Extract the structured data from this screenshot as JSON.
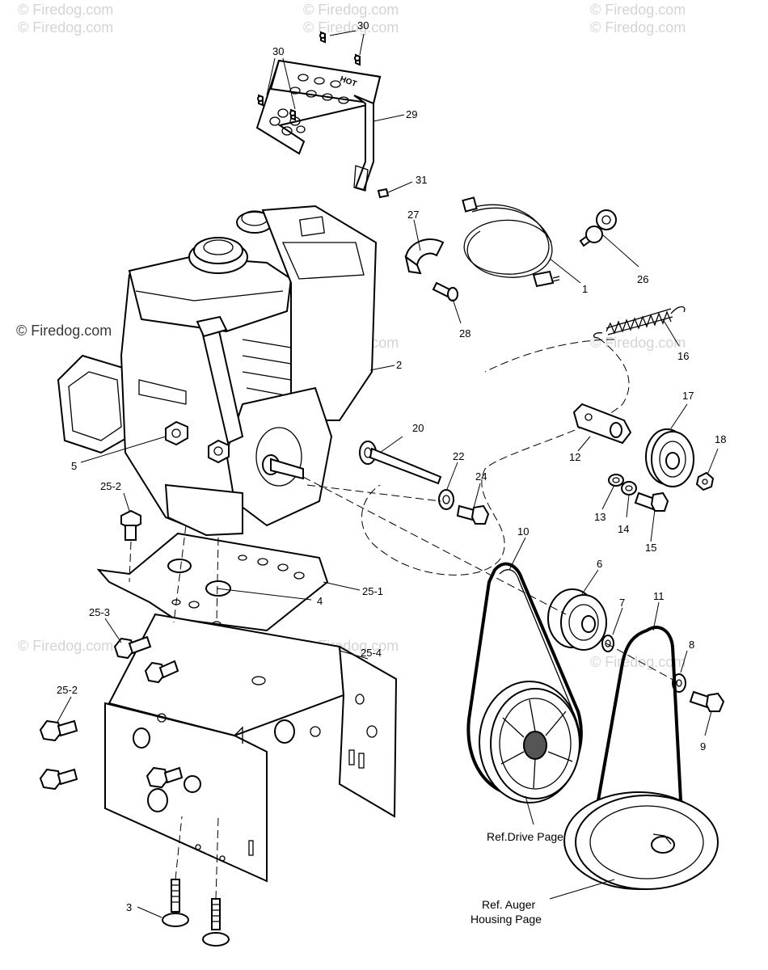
{
  "watermarks": {
    "top_left": "© Firedog.com",
    "top_center": "© Firedog.com",
    "top_right": "© Firedog.com",
    "left_dark": "© Firedog.com",
    "mid_left": "© Firedog.com",
    "mid_center": "© Firedog.com",
    "mid_right": "© Firedog.com",
    "lower_left": "© Firedog.com",
    "lower_center": "© Firedog.com",
    "lower_right": "© Firedog.com"
  },
  "callouts": {
    "p1": "1",
    "p2": "2",
    "p3": "3",
    "p4": "4",
    "p5": "5",
    "p6": "6",
    "p7": "7",
    "p8": "8",
    "p9": "9",
    "p10": "10",
    "p11": "11",
    "p12": "12",
    "p13": "13",
    "p14": "14",
    "p15": "15",
    "p16": "16",
    "p17": "17",
    "p18": "18",
    "p20": "20",
    "p22": "22",
    "p24": "24",
    "p25_1": "25-1",
    "p25_2a": "25-2",
    "p25_2b": "25-2",
    "p25_3": "25-3",
    "p25_4": "25-4",
    "p26": "26",
    "p27": "27",
    "p28": "28",
    "p29": "29",
    "p30a": "30",
    "p30b": "30",
    "p31": "31"
  },
  "references": {
    "drive": "Ref.Drive Page",
    "auger_line1": "Ref. Auger",
    "auger_line2": "Housing Page"
  },
  "shield_text": "HOT"
}
